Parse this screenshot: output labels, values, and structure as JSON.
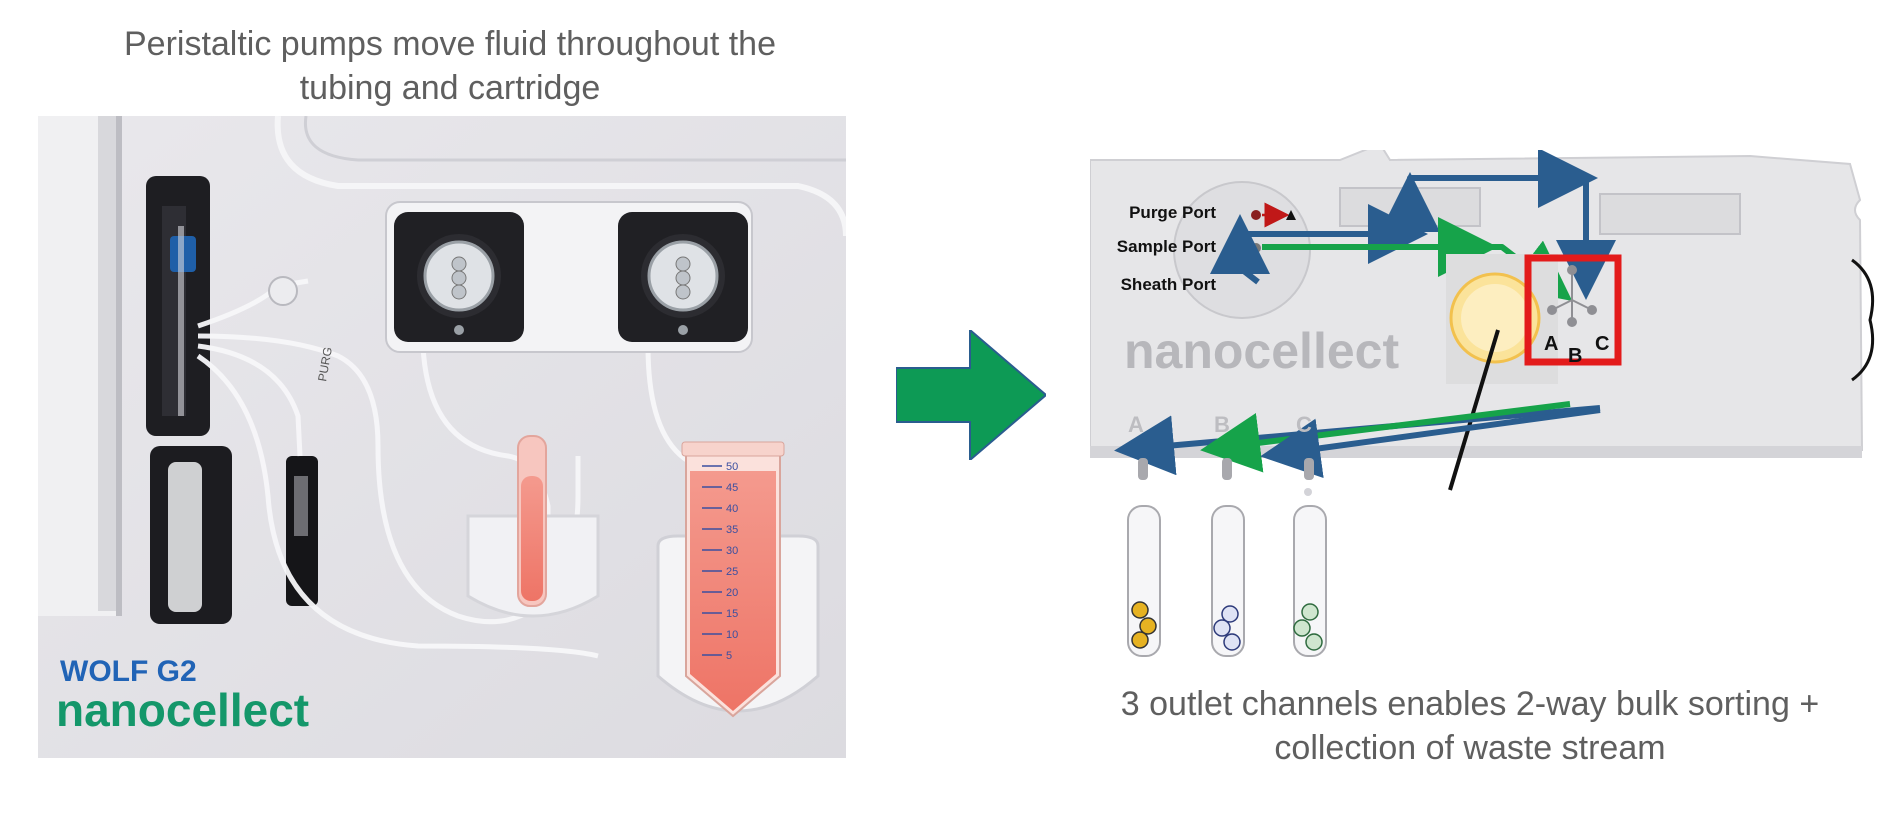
{
  "left_caption": {
    "line1": "Peristaltic pumps move fluid throughout the",
    "line2": "tubing and cartridge"
  },
  "right_caption": {
    "line1": "3 outlet channels enables 2-way bulk sorting +",
    "line2": "collection of waste stream"
  },
  "photo": {
    "brand_model": "WOLF G2",
    "brand_name": "nanocellect",
    "tube_label": "PURG",
    "graduations": [
      "50",
      "45",
      "40",
      "35",
      "30",
      "25",
      "20",
      "15",
      "10",
      "5"
    ]
  },
  "cartridge": {
    "ports": [
      "Purge Port",
      "Sample Port",
      "Sheath Port"
    ],
    "logo": "nanocellect",
    "outlet_labels": [
      "A",
      "B",
      "C"
    ],
    "sort_labels": [
      "A",
      "B",
      "C"
    ]
  },
  "colors": {
    "flow_blue": "#2a5d8f",
    "flow_green": "#16a34a",
    "highlight_red": "#e31b1b",
    "arrow_green": "#0d9a55",
    "caption_gray": "#5f5f5f"
  },
  "icons": {
    "transition_arrow": "right-arrow-icon"
  }
}
